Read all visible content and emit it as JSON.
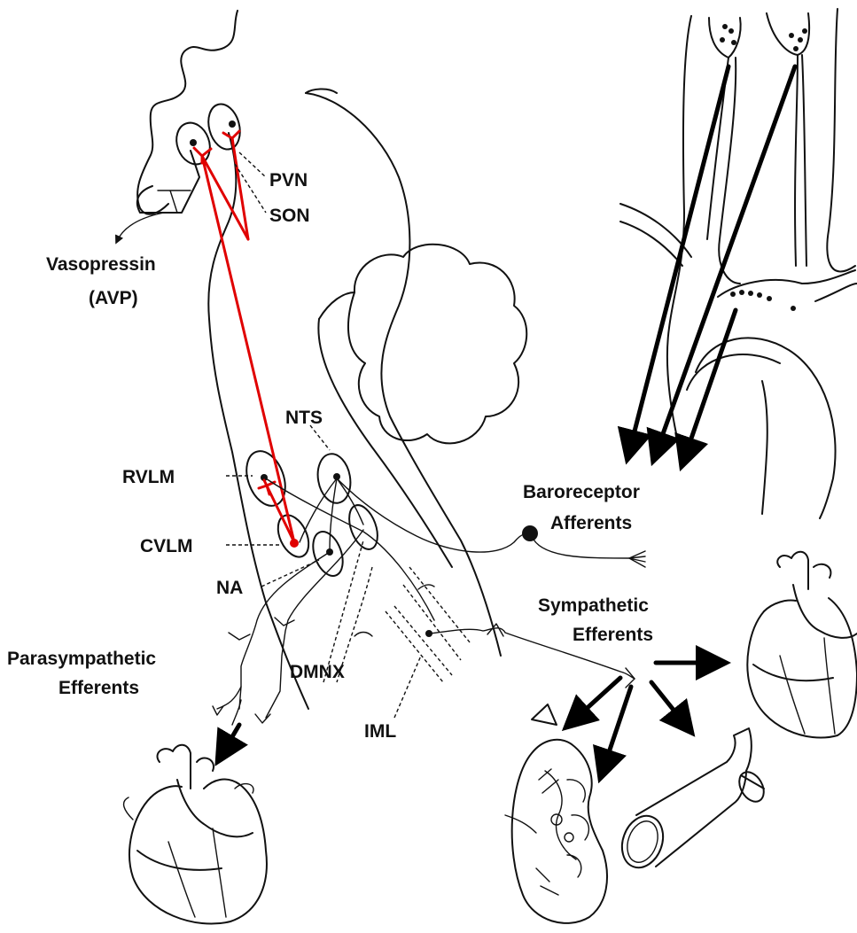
{
  "labels": {
    "pvn": "PVN",
    "son": "SON",
    "vasopressin_line1": "Vasopressin",
    "vasopressin_line2": "(AVP)",
    "nts": "NTS",
    "rvlm": "RVLM",
    "cvlm": "CVLM",
    "na": "NA",
    "dmnx": "DMNX",
    "iml": "IML",
    "parasympathetic_line1": "Parasympathetic",
    "parasympathetic_line2": "Efferents",
    "baroreceptor_line1": "Baroreceptor",
    "baroreceptor_line2": "Afferents",
    "sympathetic_line1": "Sympathetic",
    "sympathetic_line2": "Efferents"
  },
  "colors": {
    "line": "#111111",
    "pathway_red": "#e00000",
    "background": "#ffffff"
  }
}
